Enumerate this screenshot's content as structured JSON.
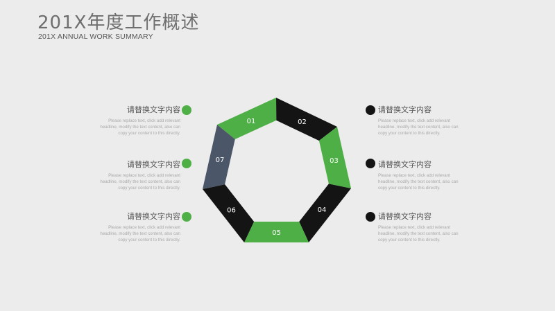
{
  "header": {
    "title": "201X年度工作概述",
    "subtitle": "201X ANNUAL WORK SUMMARY"
  },
  "colors": {
    "green": "#4faf47",
    "black": "#141414",
    "slate": "#4b5768",
    "text_gray": "#555555"
  },
  "segments": [
    {
      "label": "01",
      "color": "green"
    },
    {
      "label": "02",
      "color": "black"
    },
    {
      "label": "03",
      "color": "green"
    },
    {
      "label": "04",
      "color": "black"
    },
    {
      "label": "05",
      "color": "green"
    },
    {
      "label": "06",
      "color": "black"
    },
    {
      "label": "07",
      "color": "slate"
    }
  ],
  "items": {
    "left_1": {
      "heading": "请替换文字内容",
      "body": "Please replace text, click add relevant headline, modify the text content, also can copy your content to this directly."
    },
    "left_2": {
      "heading": "请替换文字内容",
      "body": "Please replace text, click add relevant headline, modify the text content, also can copy your content to this directly."
    },
    "left_3": {
      "heading": "请替换文字内容",
      "body": "Please replace text, click add relevant headline, modify the text content, also can copy your content to this directly."
    },
    "right_1": {
      "heading": "请替换文字内容",
      "body": "Please replace text, click add relevant headline, modify the text content, also can copy your content to this directly."
    },
    "right_2": {
      "heading": "请替换文字内容",
      "body": "Please replace text, click add relevant headline, modify the text content, also can copy your content to this directly."
    },
    "right_3": {
      "heading": "请替换文字内容",
      "body": "Please replace text, click add relevant headline, modify the text content, also can copy your content to this directly."
    }
  }
}
